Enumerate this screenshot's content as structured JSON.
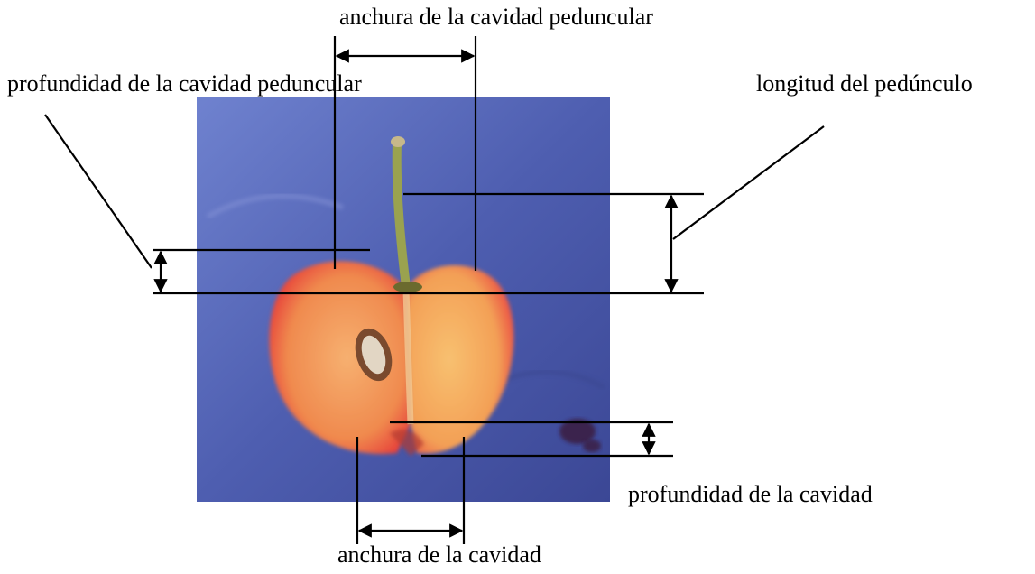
{
  "labels": {
    "stem_cavity_width": "anchura de la cavidad peduncular",
    "stem_cavity_depth": "profundidad de la cavidad peduncular",
    "stem_length": "longitud del pedúnculo",
    "cavity_depth": "profundidad de la cavidad",
    "cavity_width": "anchura de la cavidad"
  },
  "colors": {
    "background_fabric": "#4f5fb0",
    "fruit_skin": "#e8423c",
    "fruit_flesh": "#f3a45a",
    "stem": "#8f9a4a",
    "pit": "#b08a68",
    "annotation_line": "#000000"
  }
}
